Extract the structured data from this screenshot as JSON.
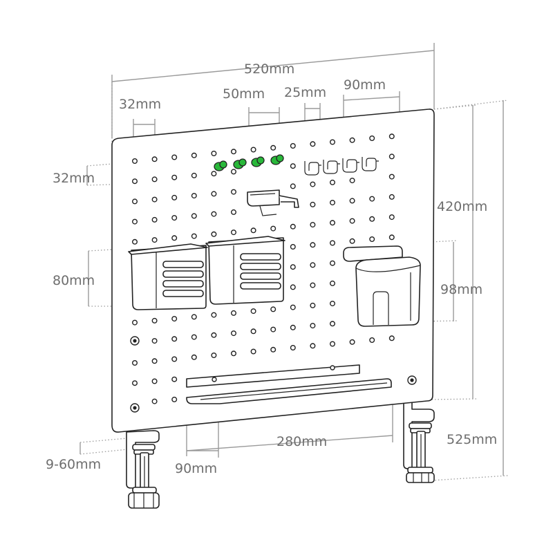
{
  "product": {
    "name": "pegboard-with-clamp-legs",
    "accent_color": "#29b83a",
    "line_color": "#222222",
    "dimension_color": "#6e6e6e"
  },
  "dimensions": {
    "overall_width": "520mm",
    "hole_spacing_horizontal": "32mm",
    "hole_spacing_vertical": "32mm",
    "pegs_span": "50mm",
    "hook_spacing": "25mm",
    "hooks_span": "90mm",
    "board_height": "420mm",
    "basket_height": "80mm",
    "cup_holder_height": "98mm",
    "overall_height": "525mm",
    "clamp_range": "9-60mm",
    "shelf_width": "280mm",
    "shelf_offset": "90mm"
  },
  "accessories": [
    {
      "name": "green-pegs",
      "count": 4
    },
    {
      "name": "s-hooks",
      "count": 4
    },
    {
      "name": "headphone-holder",
      "count": 1
    },
    {
      "name": "storage-basket",
      "count": 2
    },
    {
      "name": "cup-holder",
      "count": 1
    },
    {
      "name": "tray-shelf",
      "count": 1
    },
    {
      "name": "clamp-leg",
      "count": 2
    }
  ]
}
